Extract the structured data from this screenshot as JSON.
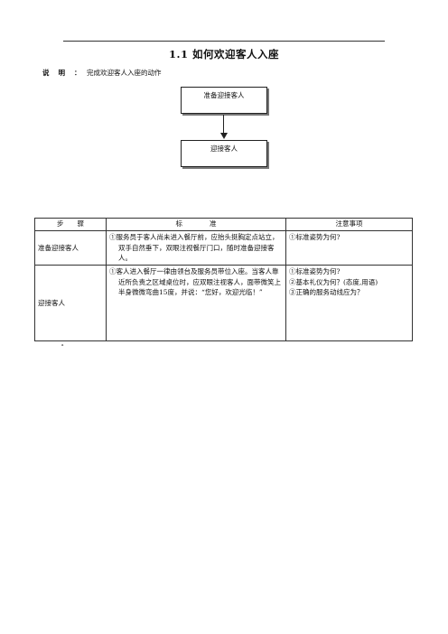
{
  "title": "1.1 如何欢迎客人入座",
  "description": {
    "label": "说明：",
    "text": "完成欢迎客人入座的动作"
  },
  "flow": {
    "box1": "准备迎接客人",
    "box2": "迎接客人"
  },
  "table": {
    "headers": [
      "步　　骤",
      "标　　　　准",
      "注意事项"
    ],
    "rows": [
      {
        "step": "准备迎接客人",
        "standard": "①服务员于客人尚未进入餐厅前，应抬头挺胸定点站立，双手自然垂下，双眼注视餐厅门口，随时准备迎接客人。",
        "notes": [
          "①标准姿势为何?"
        ]
      },
      {
        "step": "迎接客人",
        "standard": "①客人进入餐厅一律由领台及服务员带位入座。当客人靠近所负责之区域桌位时，应双眼注视客人，面带微笑上半身微微弯曲15度，并说：“您好，欢迎光临！”",
        "notes": [
          "①标准姿势为何?",
          "②基本礼仪为何？(态度,用语)",
          "③正确的服务动线应为？"
        ]
      }
    ]
  },
  "footnote": "a"
}
